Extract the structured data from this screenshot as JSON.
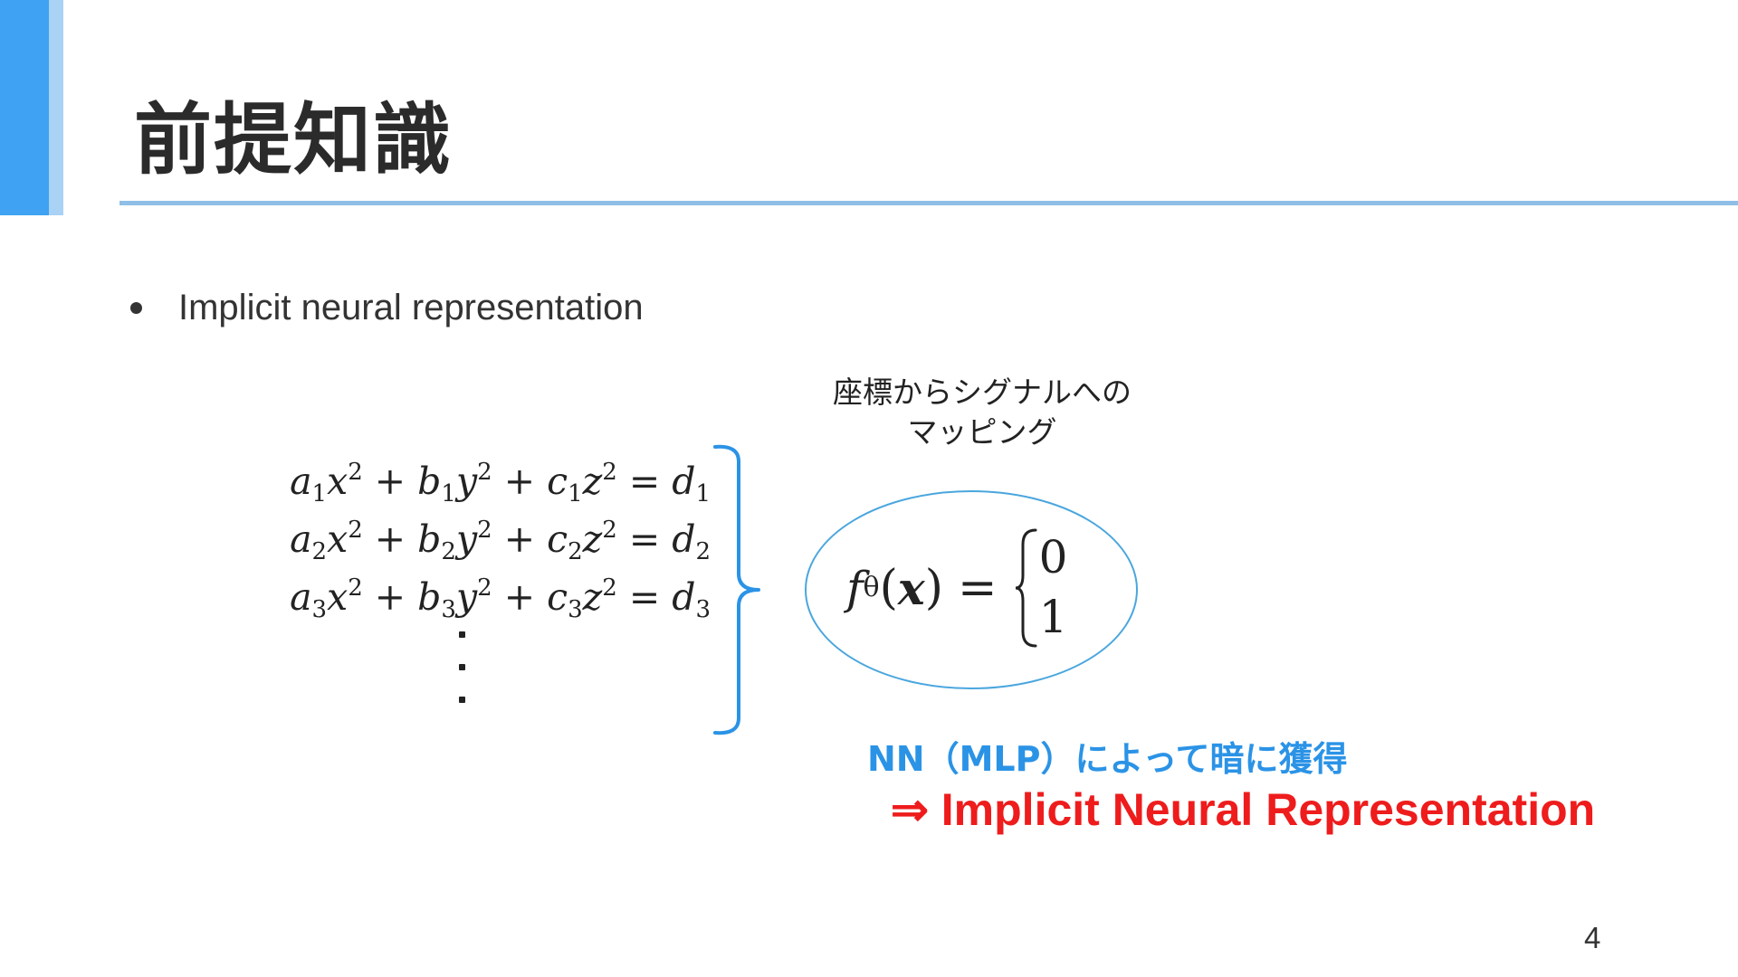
{
  "slide": {
    "title": "前提知識",
    "bullet": "Implicit neural representation",
    "page_number": "4"
  },
  "mapping_caption": {
    "line1": "座標からシグナルへの",
    "line2": "マッピング"
  },
  "equations": [
    {
      "a": "a",
      "i": "1",
      "x": "x",
      "b": "b",
      "y": "y",
      "c": "c",
      "z": "z",
      "d": "d",
      "exp": "2"
    },
    {
      "a": "a",
      "i": "2",
      "x": "x",
      "b": "b",
      "y": "y",
      "c": "c",
      "z": "z",
      "d": "d",
      "exp": "2"
    },
    {
      "a": "a",
      "i": "3",
      "x": "x",
      "b": "b",
      "y": "y",
      "c": "c",
      "z": "z",
      "d": "d",
      "exp": "2"
    }
  ],
  "formula": {
    "func": "f",
    "subscript": "θ",
    "arg": "x",
    "case_top": "0",
    "case_bottom": "1"
  },
  "nn_text": "NN（MLP）によって暗に獲得",
  "conclusion": "⇒ Implicit Neural Representation",
  "colors": {
    "accent_bar": "#3fa2f2",
    "title_rule": "#8fbfe6",
    "brace": "#2b93e6",
    "ellipse": "#4aa6de",
    "nn_text": "#2b93e6",
    "conclusion": "#ee1c1c"
  }
}
